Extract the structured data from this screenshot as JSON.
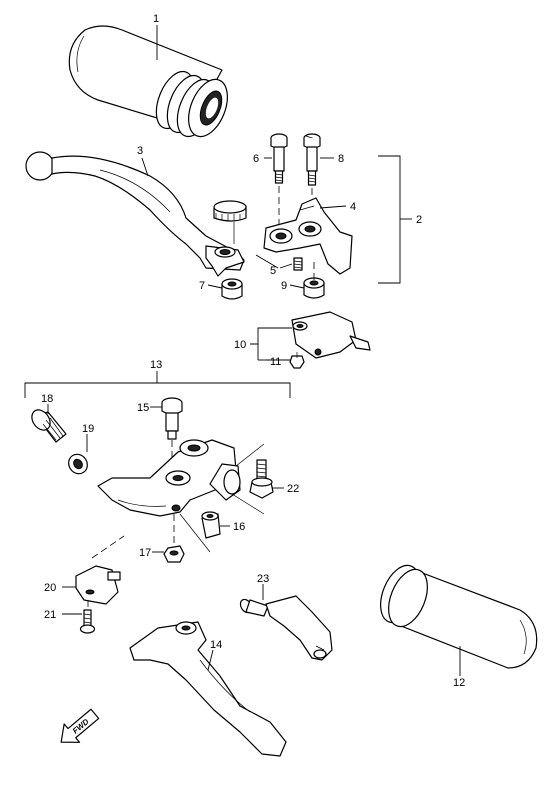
{
  "labels": {
    "p1": "1",
    "p2": "2",
    "p3": "3",
    "p4": "4",
    "p5": "5",
    "p6": "6",
    "p7": "7",
    "p8": "8",
    "p9": "9",
    "p10": "10",
    "p11": "11",
    "p12": "12",
    "p13": "13",
    "p14": "14",
    "p15": "15",
    "p16": "16",
    "p17": "17",
    "p18": "18",
    "p19": "19",
    "p20": "20",
    "p21": "21",
    "p22": "22",
    "p23": "23"
  },
  "fwd_arrow": {
    "label": "FWD"
  }
}
